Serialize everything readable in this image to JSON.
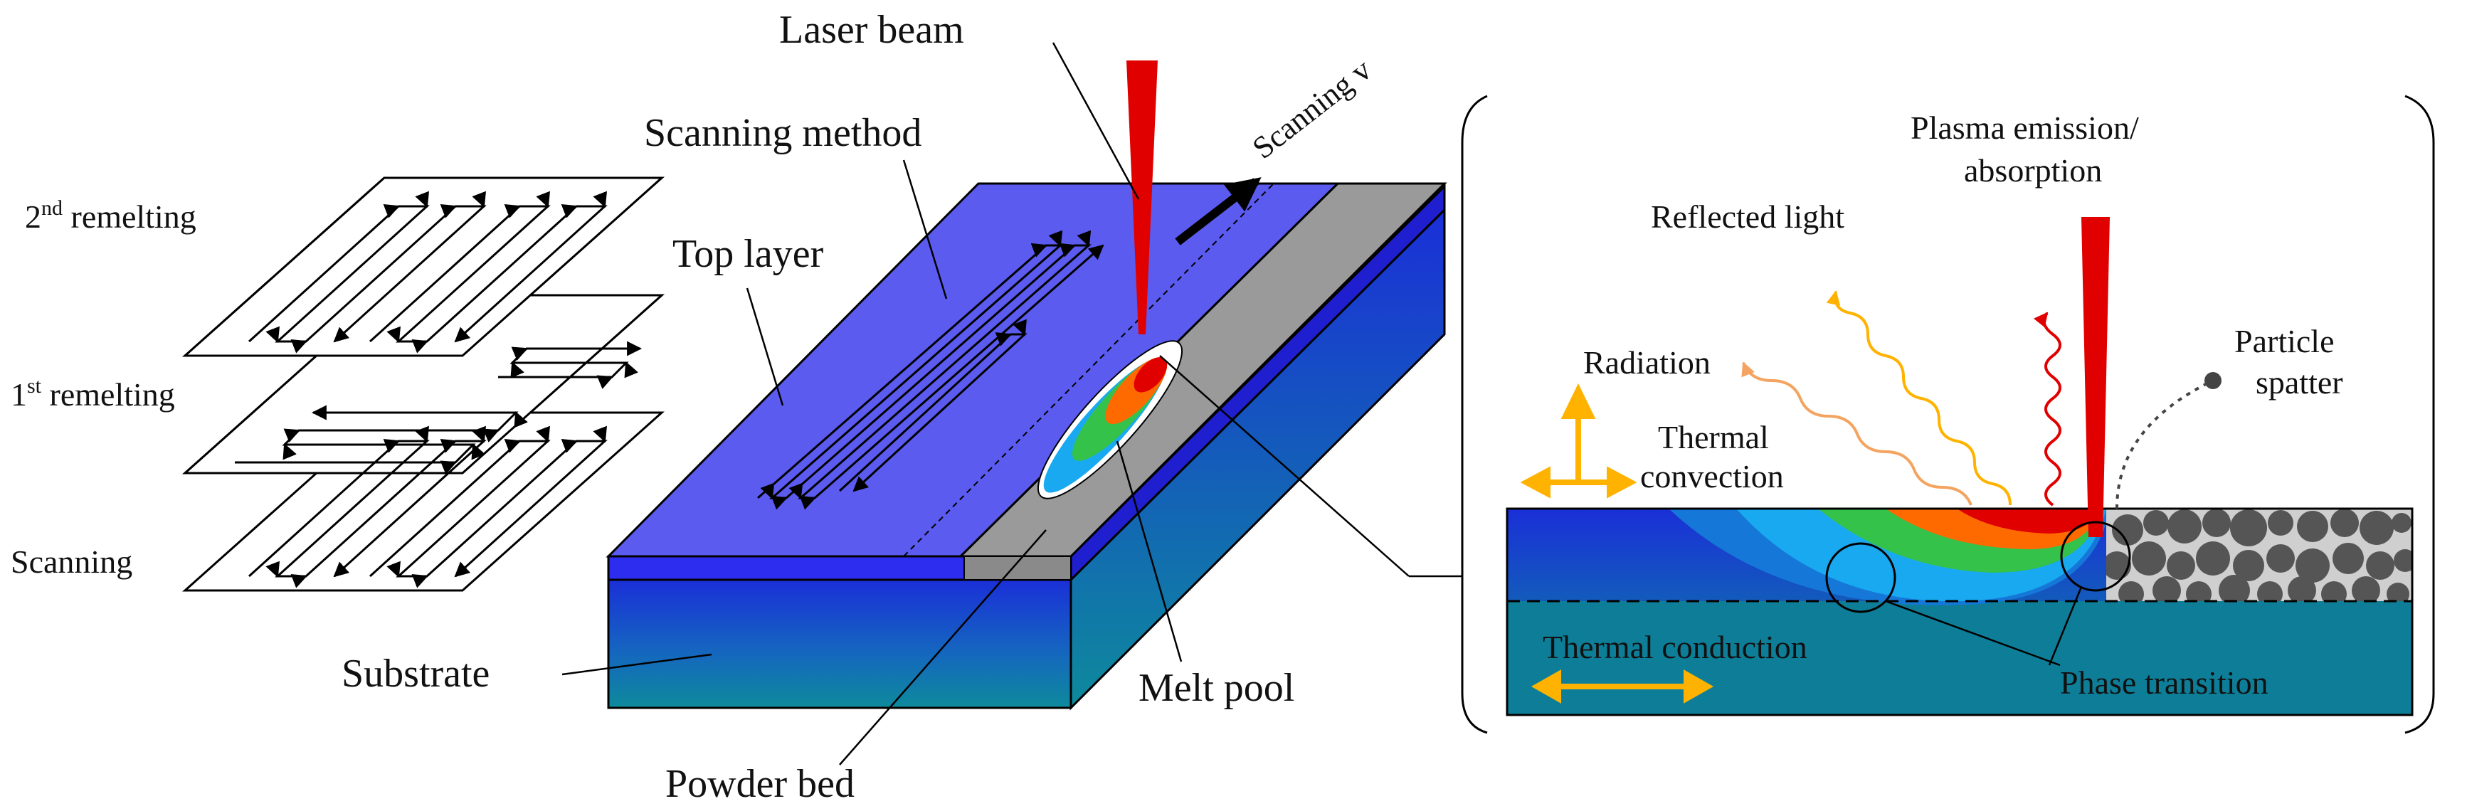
{
  "labels": {
    "laser_beam": "Laser beam",
    "scanning_method": "Scanning method",
    "scanning_v": "Scanning v",
    "top_layer": "Top layer",
    "second_remelting_num": "2",
    "second_remelting_sup": "nd",
    "second_remelting_text": " remelting",
    "first_remelting_num": "1",
    "first_remelting_sup": "st",
    "first_remelting_text": " remelting",
    "scanning": "Scanning",
    "substrate": "Substrate",
    "powder_bed": "Powder bed",
    "melt_pool": "Melt pool",
    "plasma_line1": "Plasma emission/",
    "plasma_line2": "absorption",
    "reflected_light": "Reflected light",
    "radiation": "Radiation",
    "thermal_convection_line1": "Thermal",
    "thermal_convection_line2": "convection",
    "particle_line1": "Particle",
    "particle_line2": "spatter",
    "thermal_conduction": "Thermal conduction",
    "phase_transition": "Phase transition"
  },
  "colors": {
    "top_layer": "#5b5bf0",
    "substrate_top": "#1a2fd8",
    "substrate_bottom": "#0e8a9c",
    "powder": "#9a9a9a",
    "laser": "#e10000",
    "arrow_yellow": "#ffb300",
    "radiation_orange": "#f4a460"
  }
}
